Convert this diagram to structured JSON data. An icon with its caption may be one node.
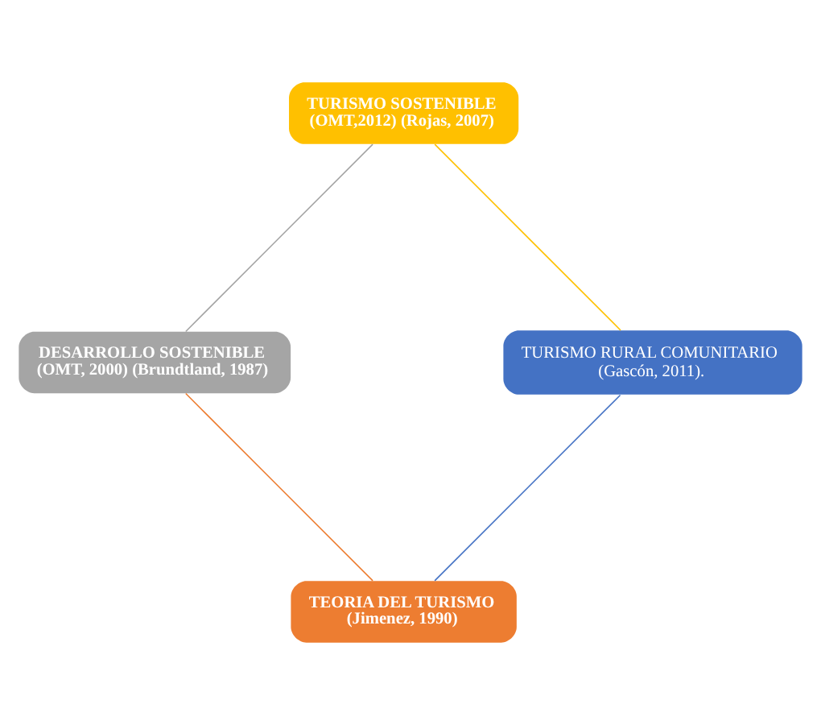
{
  "diagram": {
    "nodes": [
      {
        "text": [
          "TEORIA DEL TURISMO",
          "(Jimenez, 1990)"
        ]
      },
      {
        "text": [
          "DESARROLLO SOSTENIBLE",
          "(OMT, 2000) (Brundtland, 1987)"
        ]
      },
      {
        "text": [
          "TURISMO SOSTENIBLE",
          "(OMT,2012) (Rojas, 2007)"
        ]
      },
      {
        "text": [
          "TURISMO RURAL COMUNITARIO",
          "(Gascón, 2011)."
        ]
      }
    ],
    "edges": [
      {
        "from": 0,
        "to": 1,
        "arrow": "none",
        "color": "#ed7d31"
      },
      {
        "from": 1,
        "to": 2,
        "arrow": "none",
        "color": "#a5a5a5"
      },
      {
        "from": 2,
        "to": 3,
        "arrow": "none",
        "color": "#ffc000"
      },
      {
        "from": 3,
        "to": 0,
        "arrow": "none",
        "color": "#4472c4"
      }
    ]
  }
}
